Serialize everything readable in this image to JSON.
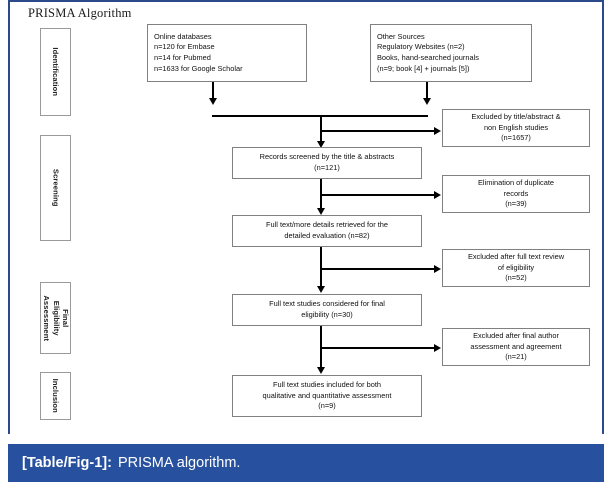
{
  "figure": {
    "title": "PRISMA Algorithm",
    "caption_tag": "[Table/Fig-1]:",
    "caption_text": "PRISMA algorithm.",
    "accent_color": "#27519e",
    "frame_border_color": "#2a4a8b",
    "box_border_color": "#808080",
    "connector_color": "#000000"
  },
  "stages": [
    {
      "id": "identification",
      "label": "Identification"
    },
    {
      "id": "screening",
      "label": "Screening"
    },
    {
      "id": "final-eligibility-assessment",
      "label": "Final Eligibility Assessment"
    },
    {
      "id": "inclusion",
      "label": "Inclusion"
    }
  ],
  "sources": {
    "databases": {
      "line1": "Online databases",
      "line2": "n=120 for Embase",
      "line3": "n=14 for Pubmed",
      "line4": "n=1633 for Google Scholar"
    },
    "other": {
      "line1": "Other Sources",
      "line2": "Regulatory Websites (n=2)",
      "line3": "Books, hand-searched journals",
      "line4": "(n=9; book [4] + journals [5])"
    }
  },
  "main_flow": [
    {
      "id": "records-screened",
      "line1": "Records screened by the title & abstracts",
      "line2": "(n=121)",
      "n": 121
    },
    {
      "id": "full-text-retrieved",
      "line1": "Full text/more details retrieved for the",
      "line2": "detailed evaluation (n=82)",
      "n": 82
    },
    {
      "id": "full-text-considered",
      "line1": "Full text studies considered for final",
      "line2": "eligibility (n=30)",
      "n": 30
    },
    {
      "id": "full-text-included",
      "line1": "Full text studies included for both",
      "line2": "qualitative and quantitative assessment",
      "line3": "(n=9)",
      "n": 9
    }
  ],
  "exclusions": [
    {
      "id": "excluded-title-abstract",
      "line1": "Excluded by title/abstract &",
      "line2": "non English studies",
      "line3": "(n=1657)",
      "n": 1657
    },
    {
      "id": "elimination-duplicates",
      "line1": "Elimination of duplicate",
      "line2": "records",
      "line3": "(n=39)",
      "n": 39
    },
    {
      "id": "excluded-full-text-review",
      "line1": "Excluded after full text review",
      "line2": "of eligibility",
      "line3": "(n=52)",
      "n": 52
    },
    {
      "id": "excluded-final-author",
      "line1": "Excluded after final author",
      "line2": "assessment and agreement",
      "line3": "(n=21)",
      "n": 21
    }
  ]
}
